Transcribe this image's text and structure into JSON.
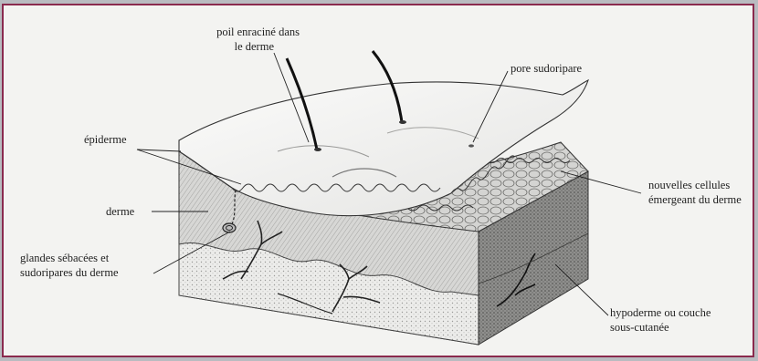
{
  "labels": {
    "poil_line1": "poil enraciné dans",
    "poil_line2": "le derme",
    "pore": "pore sudoripare",
    "epiderme": "épiderme",
    "derme": "derme",
    "glandes_line1": "glandes sébacées et",
    "glandes_line2": "sudoripares du derme",
    "cellules_line1": "nouvelles cellules",
    "cellules_line2": "émergeant du derme",
    "hypoderme_line1": "hypoderme ou couche",
    "hypoderme_line2": "sous-cutanée"
  },
  "colors": {
    "frame": "#8a2a4e",
    "panel_background": "#f3f3f1",
    "ink": "#222222"
  }
}
